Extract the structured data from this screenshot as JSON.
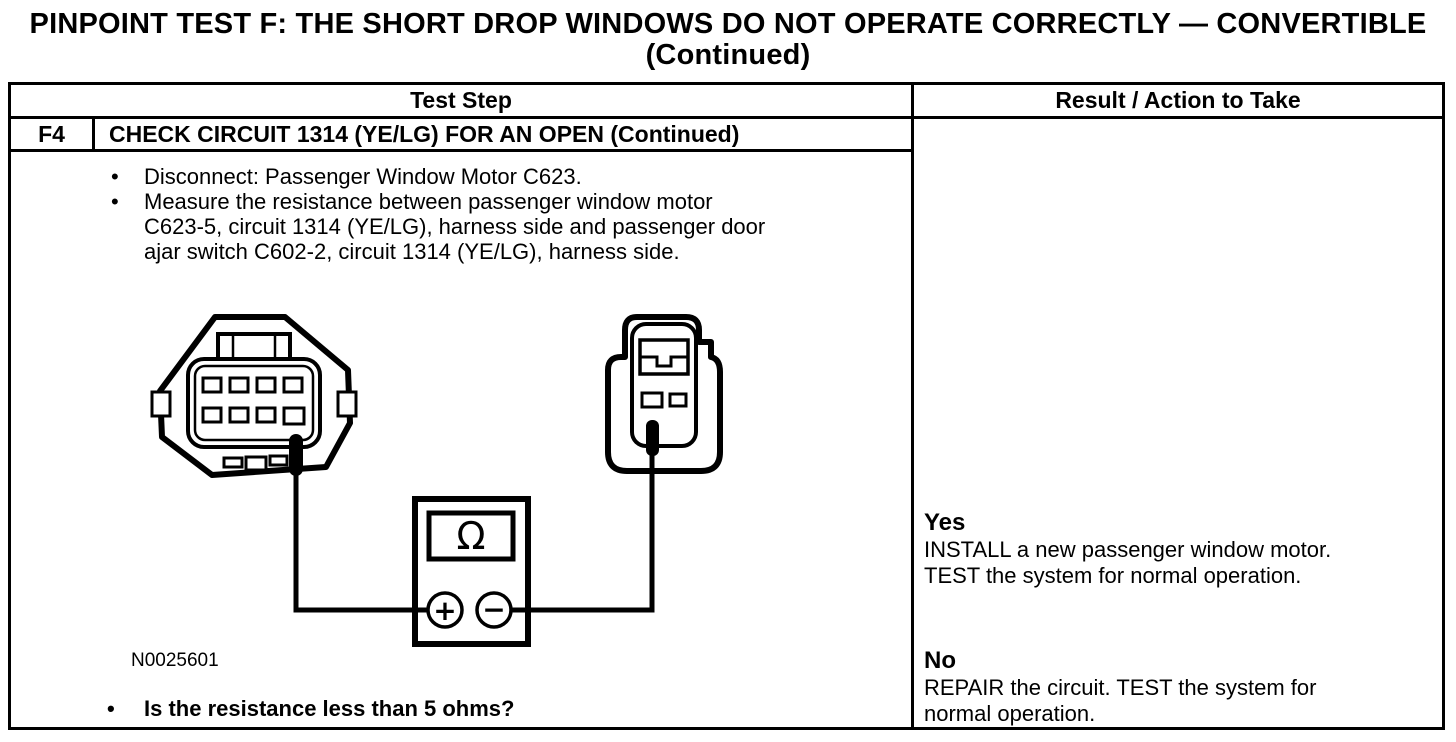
{
  "glyphs": {
    "bullet": "•"
  },
  "page": {
    "title": "PINPOINT TEST F: THE SHORT DROP WINDOWS DO NOT OPERATE CORRECTLY — CONVERTIBLE",
    "title_continued": "(Continued)"
  },
  "table": {
    "headers": {
      "test_step": "Test Step",
      "result_action": "Result / Action to Take"
    },
    "step": {
      "id": "F4",
      "title": "CHECK CIRCUIT 1314 (YE/LG) FOR AN OPEN (Continued)",
      "bullets": [
        {
          "lines": [
            "Disconnect: Passenger Window Motor C623."
          ]
        },
        {
          "lines": [
            "Measure the resistance between passenger window motor",
            "C623-5, circuit 1314 (YE/LG), harness side and passenger door",
            "ajar switch C602-2, circuit 1314 (YE/LG), harness side."
          ]
        }
      ],
      "figure_code": "N0025601",
      "question": "Is the resistance less than 5 ohms?"
    },
    "results": [
      {
        "label": "Yes",
        "lines": [
          "INSTALL a new passenger window motor.",
          "TEST the system for normal operation."
        ]
      },
      {
        "label": "No",
        "lines": [
          "REPAIR the circuit. TEST the system for",
          "normal operation."
        ]
      }
    ]
  },
  "diagram": {
    "meter": {
      "display_symbol": "Ω",
      "positive_terminal": "+",
      "negative_terminal": "−"
    }
  }
}
